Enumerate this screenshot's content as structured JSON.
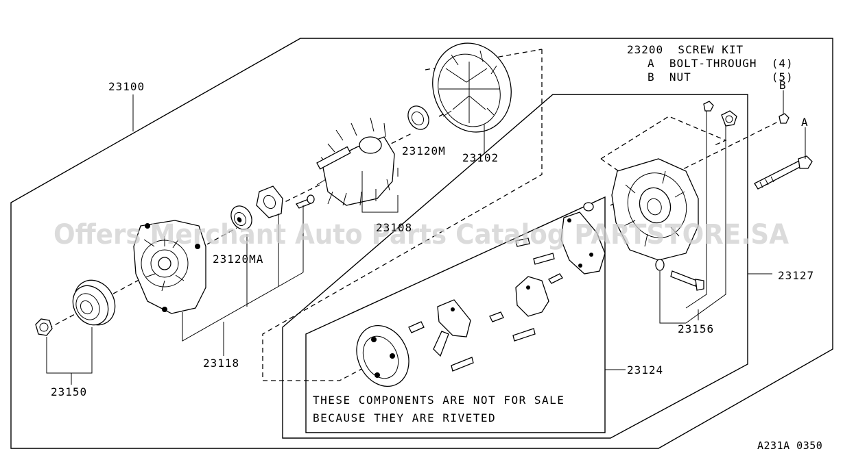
{
  "screw_kit": {
    "title": "23200  SCREW KIT",
    "item_a": "A  BOLT-THROUGH  (4)",
    "item_b": "B  NUT           (5)"
  },
  "part_labels": {
    "p23100": "23100",
    "p23102": "23102",
    "p23120m": "23120M",
    "p23108": "23108",
    "p23120ma": "23120MA",
    "p23118": "23118",
    "p23150": "23150",
    "p23127": "23127",
    "p23156": "23156",
    "p23124": "23124",
    "ref_a": "A",
    "ref_b": "B"
  },
  "notice": {
    "line1": "THESE COMPONENTS ARE NOT FOR SALE",
    "line2": "BECAUSE THEY ARE RIVETED"
  },
  "watermark": "Offers Merchant Auto Parts Catalog PARTSTORE.SA",
  "figure_code": "A231A 0350"
}
